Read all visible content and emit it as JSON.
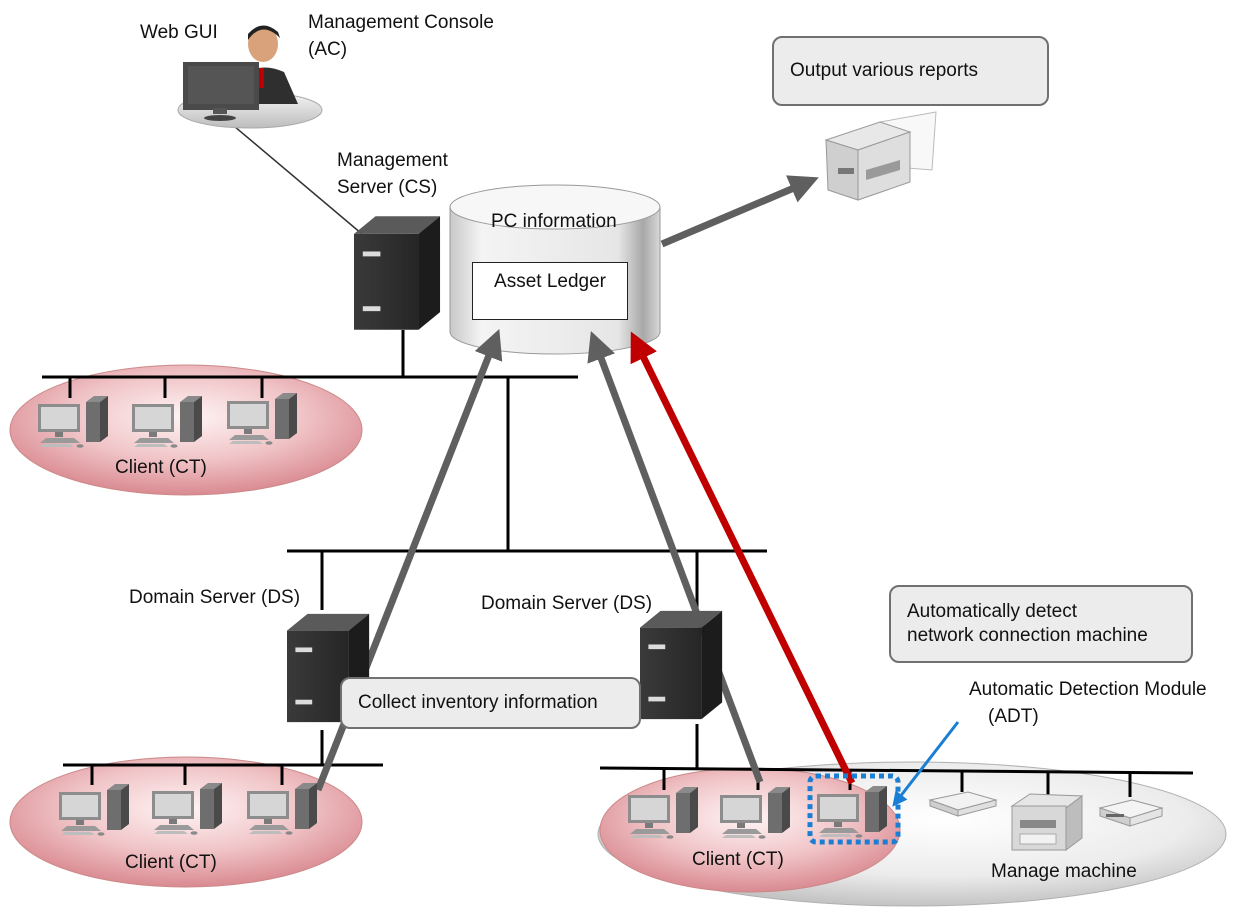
{
  "labels": {
    "web_gui": "Web GUI",
    "management_console": "Management Console",
    "management_console_abbr": "(AC)",
    "management_server": "Management",
    "management_server_2": "Server (CS)",
    "pc_information": "PC information",
    "asset_ledger": "Asset Ledger",
    "output_reports": "Output various reports",
    "client_ct_top": "Client (CT)",
    "domain_server_left": "Domain Server (DS)",
    "domain_server_right": "Domain Server (DS)",
    "collect_inventory": "Collect inventory information",
    "auto_detect_line1": "Automatically detect",
    "auto_detect_line2": "network connection machine",
    "adt_module": "Automatic Detection Module",
    "adt_abbr": "(ADT)",
    "client_ct_bottom_left": "Client (CT)",
    "client_ct_bottom_right": "Client (CT)",
    "manage_machine": "Manage machine"
  },
  "colors": {
    "gray_arrow": "#5f5f5f",
    "red_arrow": "#c00000",
    "blue_arrow": "#1a7fd4",
    "client_zone": "#e8a0a6",
    "managed_zone": "#d6d6d6"
  }
}
